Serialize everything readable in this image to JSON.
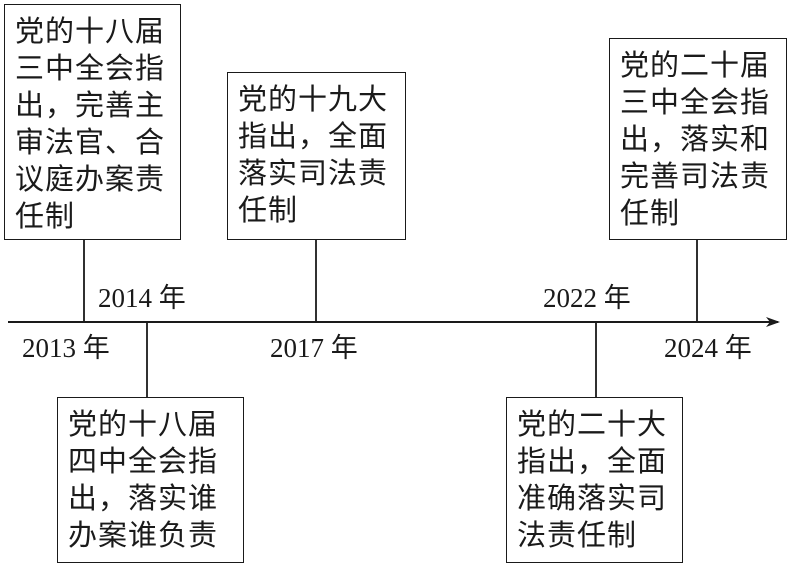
{
  "events": [
    {
      "year": "2013 年",
      "lines": [
        "党的十八届",
        "三中全会指",
        "出，完善主",
        "审法官、合",
        "议庭办案责",
        "任制"
      ]
    },
    {
      "year": "2014 年",
      "lines": [
        "党的十八届",
        "四中全会指",
        "出，落实谁",
        "办案谁负责"
      ]
    },
    {
      "year": "2017 年",
      "lines": [
        "党的十九大",
        "指出，全面",
        "落实司法责",
        "任制"
      ]
    },
    {
      "year": "2022 年",
      "lines": [
        "党的二十大",
        "指出，全面",
        "准确落实司",
        "法责任制"
      ]
    },
    {
      "year": "2024 年",
      "lines": [
        "党的二十届",
        "三中全会指",
        "出，落实和",
        "完善司法责",
        "任制"
      ]
    }
  ]
}
